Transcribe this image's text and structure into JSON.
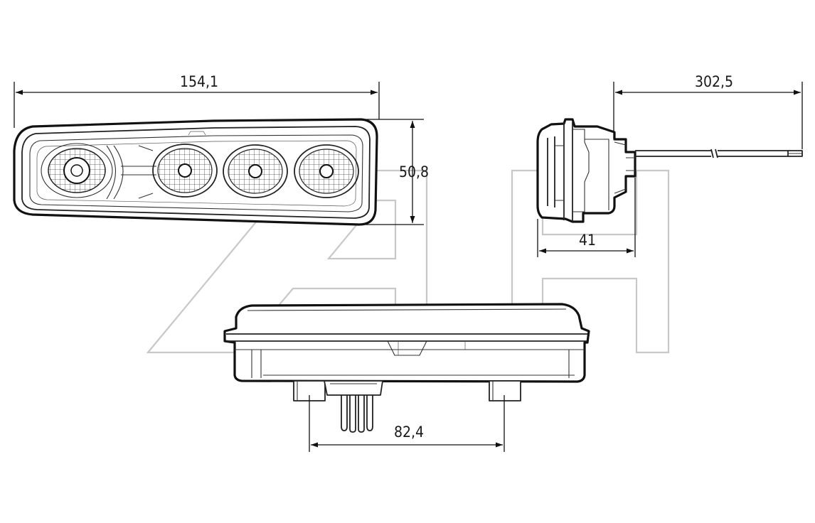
{
  "drawing": {
    "watermark": "AH",
    "dimensions": {
      "front_width": "154,1",
      "front_height": "50,8",
      "cable_length": "302,5",
      "side_depth": "41",
      "bottom_spacing": "82,4"
    }
  }
}
